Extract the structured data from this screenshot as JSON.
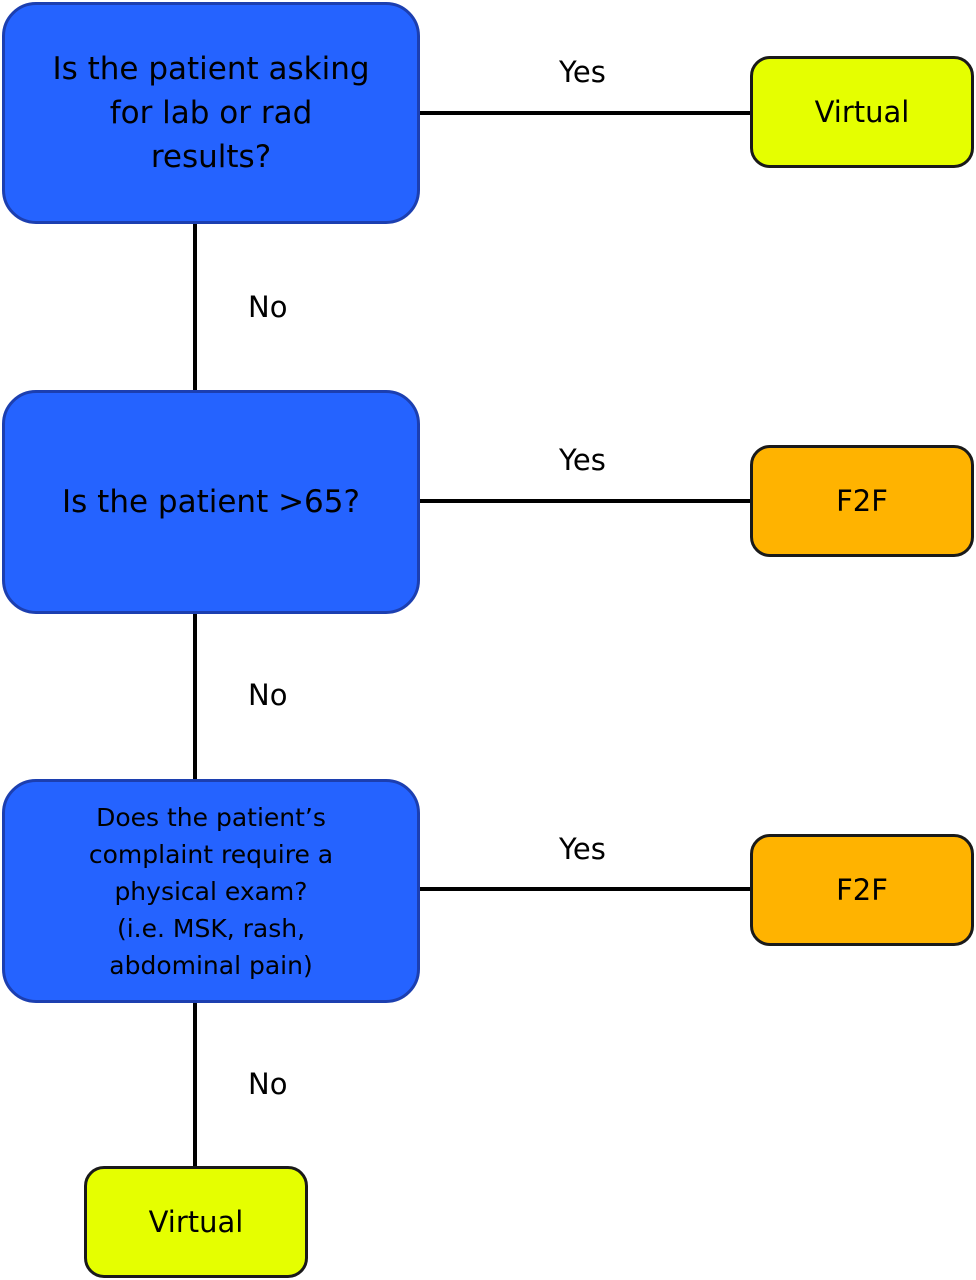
{
  "colors": {
    "question_fill": "#2563ff",
    "virtual_fill": "#e5ff00",
    "f2f_fill": "#ffb300",
    "line": "#000000"
  },
  "nodes": {
    "q1": "Is the patient asking\nfor lab or rad\nresults?",
    "q2": "Is the patient >65?",
    "q3": "Does the patient’s\ncomplaint require a\nphysical exam?\n(i.e. MSK, rash,\nabdominal pain)",
    "out1": "Virtual",
    "out2": "F2F",
    "out3": "F2F",
    "out4": "Virtual"
  },
  "edges": {
    "q1_yes": "Yes",
    "q1_no": "No",
    "q2_yes": "Yes",
    "q2_no": "No",
    "q3_yes": "Yes",
    "q3_no": "No"
  }
}
